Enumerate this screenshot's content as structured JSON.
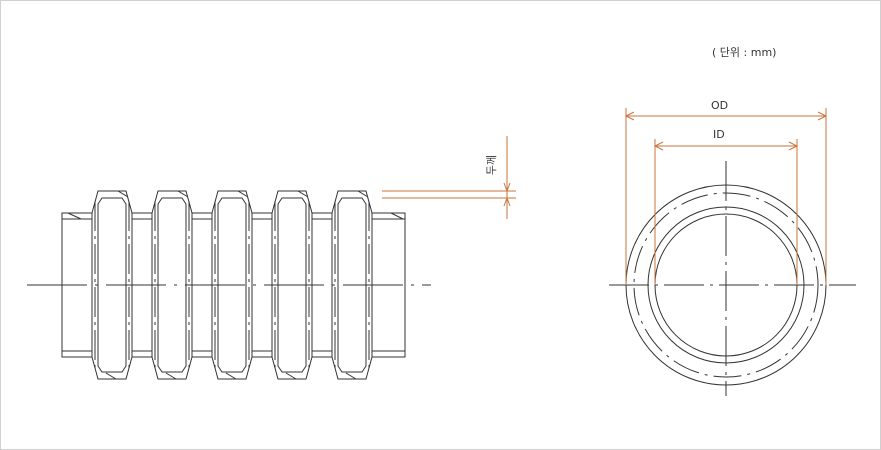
{
  "unit_label": "( 단위 : mm)",
  "dimensions": {
    "od": "OD",
    "id": "ID",
    "thickness": "두께"
  },
  "ridge_count": 5,
  "colors": {
    "line": "#333333",
    "dimension": "#c8763f"
  }
}
